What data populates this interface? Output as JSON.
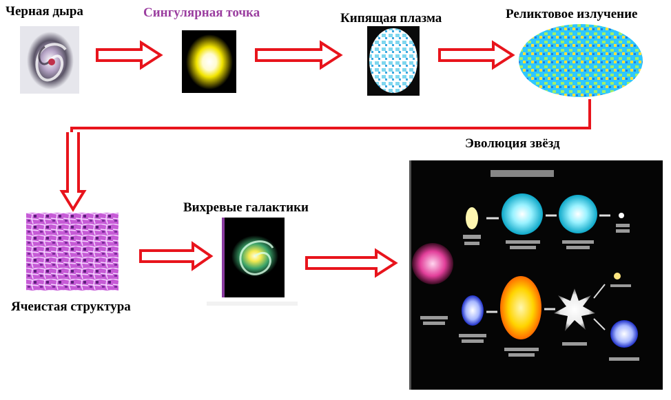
{
  "stages": {
    "black_hole": "Черная дыра",
    "singularity": "Сингулярная точка",
    "plasma": "Кипящая плазма",
    "relic": "Реликтовое излучение",
    "cellular": "Ячеистая структура",
    "vortex": "Вихревые галактики",
    "stars": "Эволюция звёзд"
  },
  "colors": {
    "arrow_stroke": "#e8141c",
    "singularity_label": "#9b3fa0"
  }
}
